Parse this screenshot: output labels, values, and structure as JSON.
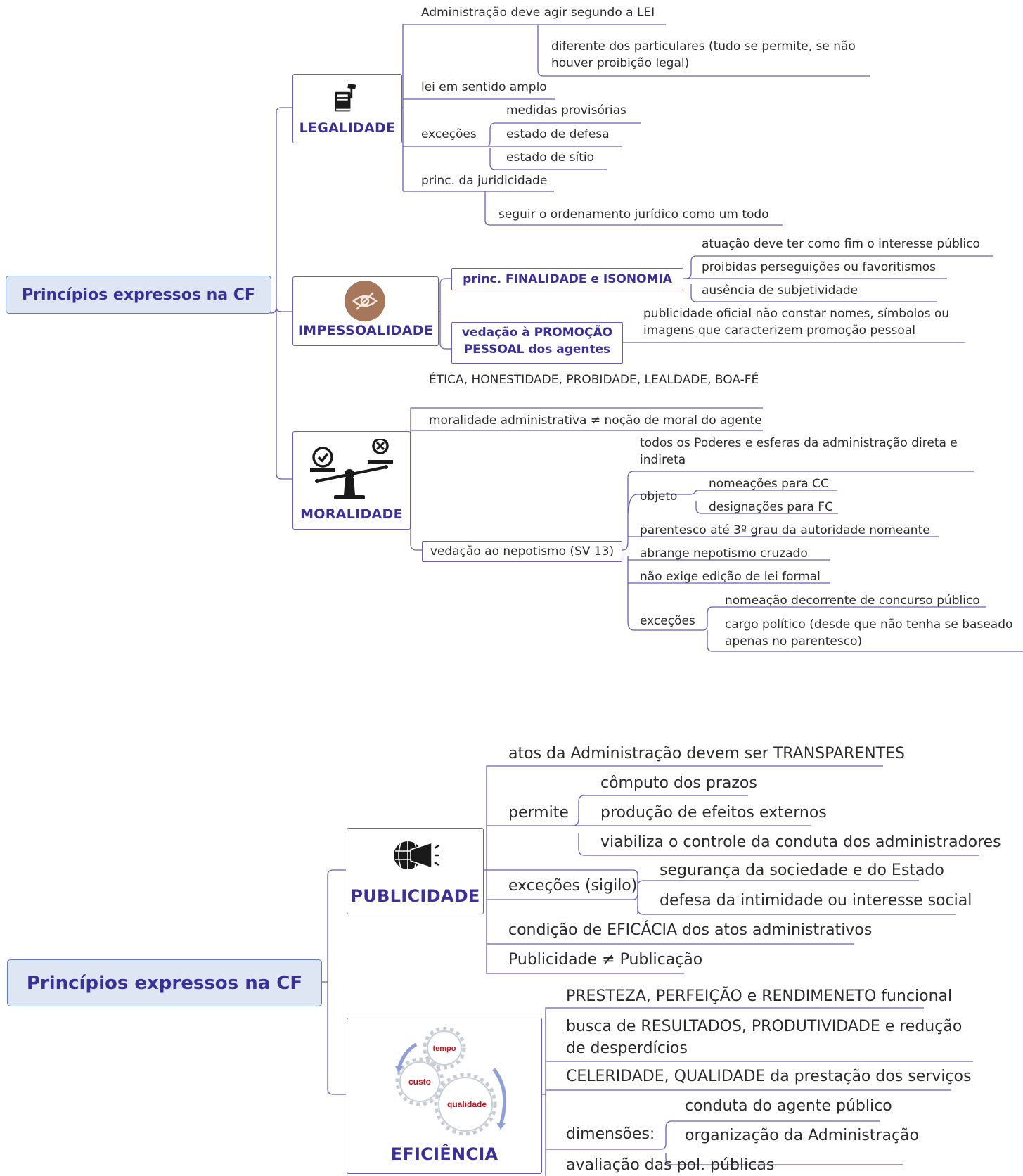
{
  "map1": {
    "root": "Princípios expressos na CF",
    "legalidade": {
      "label": "LEGALIDADE",
      "items": {
        "lei": "Administração deve agir segundo a LEI",
        "particulares": "diferente dos particulares (tudo se permite, se não houver proibição legal)",
        "amplo": "lei em sentido amplo",
        "excecoes": "exceções",
        "exc1": "medidas provisórias",
        "exc2": "estado de defesa",
        "exc3": "estado de sítio",
        "jurid": "princ. da juridicidade",
        "jurid_sub": "seguir o ordenamento jurídico como um todo"
      }
    },
    "impessoalidade": {
      "label": "IMPESSOALIDADE",
      "finalidade": "princ. FINALIDADE  e ISONOMIA",
      "fin1": "atuação deve ter como fim o interesse público",
      "fin2": "proibidas perseguições ou favoritismos",
      "fin3": "ausência de subjetividade",
      "promocao": "vedação à PROMOÇÃO PESSOAL dos agentes",
      "prom1": "publicidade oficial não constar nomes, símbolos ou imagens que caracterizem promoção pessoal"
    },
    "moralidade": {
      "label": "MORALIDADE",
      "etica": "ÉTICA, HONESTIDADE, PROBIDADE, LEALDADE, BOA-FÉ",
      "moral": "moralidade administrativa ≠ noção de moral do agente",
      "nepotismo": "vedação ao nepotismo (SV 13)",
      "nep1": "todos os Poderes e esferas da administração direta e indireta",
      "objeto": "objeto",
      "obj1": "nomeações para CC",
      "obj2": "designações para FC",
      "nep2": "parentesco até 3º grau da autoridade nomeante",
      "nep3": "abrange nepotismo cruzado",
      "nep4": "não exige edição de lei formal",
      "excecoes": "exceções",
      "exc1": "nomeação decorrente de concurso público",
      "exc2": "cargo político (desde que não tenha se baseado apenas no parentesco)"
    }
  },
  "map2": {
    "root": "Princípios expressos na CF",
    "publicidade": {
      "label": "PUBLICIDADE",
      "transp": "atos da Administração devem ser TRANSPARENTES",
      "permite": "permite",
      "perm1": "cômputo dos prazos",
      "perm2": "produção de efeitos externos",
      "perm3": "viabiliza o controle da conduta dos administradores",
      "sigilo": "exceções (sigilo)",
      "sig1": "segurança da sociedade e do Estado",
      "sig2": "defesa da intimidade ou interesse social",
      "eficacia": "condição de EFICÁCIA dos atos administrativos",
      "publicacao": "Publicidade ≠ Publicação"
    },
    "eficiencia": {
      "label": "EFICIÊNCIA",
      "gear1": "tempo",
      "gear2": "custo",
      "gear3": "qualidade",
      "e1": "PRESTEZA, PERFEIÇÃO e RENDIMENETO funcional",
      "e2": "busca de RESULTADOS, PRODUTIVIDADE e redução de desperdícios",
      "e3": "CELERIDADE, QUALIDADE da prestação dos serviços",
      "dimensoes": "dimensões:",
      "dim1": "conduta do agente público",
      "dim2": "organização da Administração",
      "e4": "avaliação das pol. públicas"
    }
  },
  "colors": {
    "line": "#6a5db5",
    "rootFill": "#dfe6f3",
    "rootBorder": "#5b7cc4",
    "title": "#3b2f98",
    "gearText": "#c0141c"
  },
  "icons": [
    "law-book-gavel-icon",
    "eye-slash-icon",
    "balance-scale-icon",
    "globe-megaphone-icon",
    "gears-icon"
  ]
}
